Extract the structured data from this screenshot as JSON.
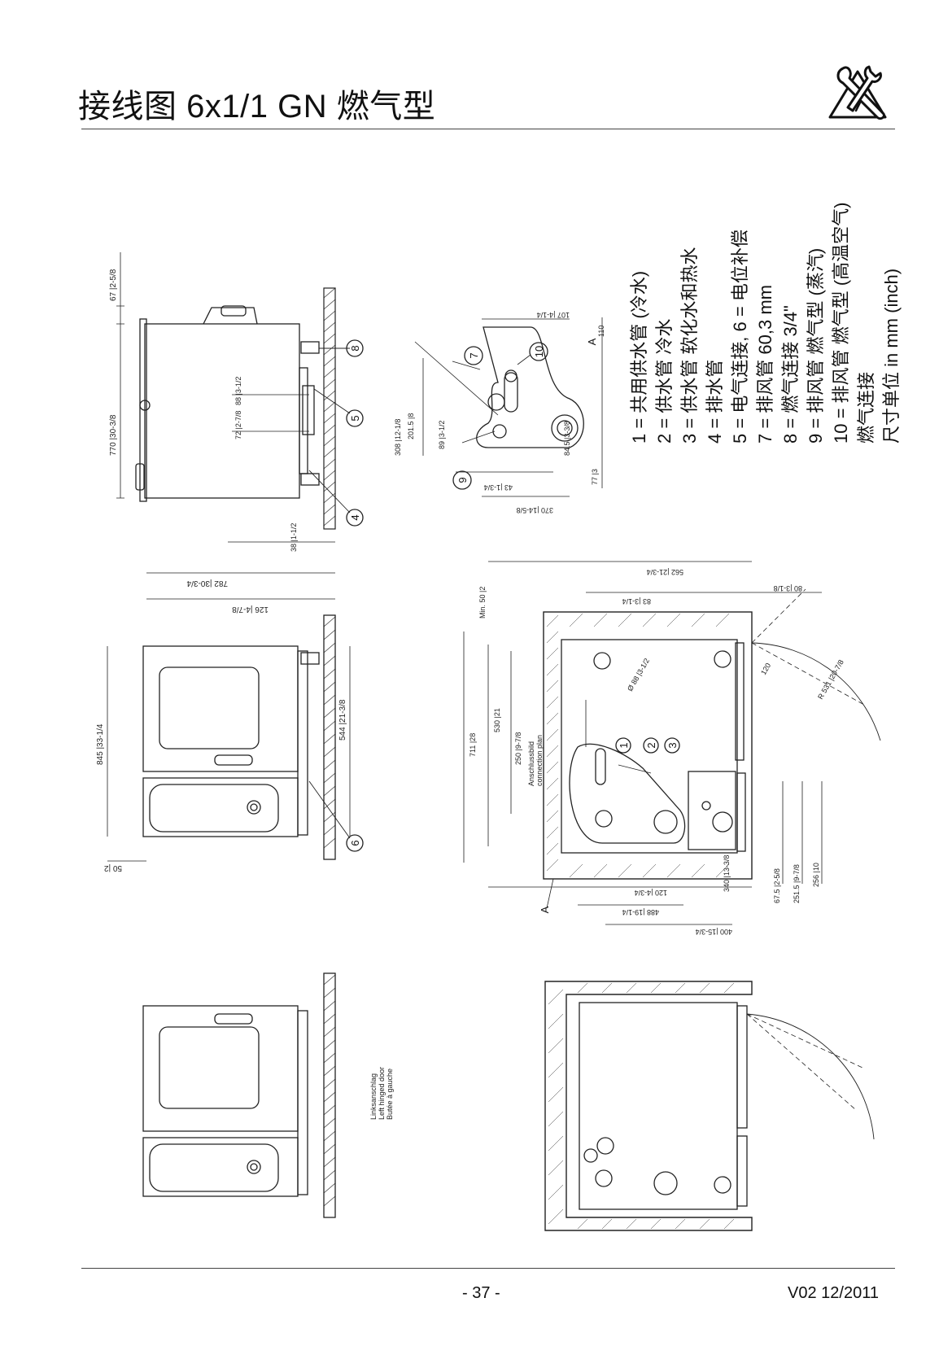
{
  "header": {
    "title": "接线图 6x1/1 GN 燃气型"
  },
  "legend": {
    "items": [
      "1 = 共用供水管 (冷水)",
      "2 = 供水管 冷水",
      "3 = 供水管 软化水和热水",
      "4 = 排水管",
      "5 = 电气连接, 6 = 电位补偿",
      "7 = 排风管 60,3 mm",
      "8 = 燃气连接 3/4\"",
      "9 = 排风管 燃气型 (蒸汽)",
      "10 = 排风管 燃气型 (高温空气)",
      "燃气连接",
      "尺寸单位 in mm (inch)"
    ]
  },
  "drawing": {
    "callouts": [
      "1",
      "2",
      "3",
      "4",
      "5",
      "6",
      "7",
      "8",
      "9",
      "10"
    ],
    "section_marker": "A",
    "door_note": [
      "Linksanschlag",
      "Left hinged door",
      "Butée à gauche"
    ],
    "connection_note": [
      "Anschlussbild",
      "connection plan"
    ],
    "dimensions": [
      "67 |2-5/8",
      "770 |30-3/8",
      "88 |3-1/2",
      "72 |2-7/8",
      "38 |1-1/2",
      "782 |30-3/4",
      "126 |4-7/8",
      "845 |33-1/4",
      "544 |21-3/8",
      "50 |2",
      "107 |4-1/4",
      "110",
      "308 |12-1/8",
      "201.5 |8",
      "89 |3-1/2",
      "84.5 |3-3/8",
      "43 |1-3/4",
      "370 |14-5/8",
      "77 |3",
      "Min. 50 |2",
      "562 |21-3/4",
      "83 |3-1/4",
      "80 |3-1/8",
      "711 |28",
      "530 |21",
      "250 |9-7/8",
      "120",
      "Ø 88 |3-1/2",
      "R 531 |20-7/8",
      "120 |4-3/4",
      "488 |19-1/4",
      "400 |15-3/4",
      "340 |13-3/8",
      "67.5 |2-5/8",
      "251.5 |9-7/8",
      "256 |10"
    ]
  },
  "footer": {
    "page": "- 37 -",
    "version": "V02 12/2011"
  },
  "icons": [
    "tools-warning-icon"
  ]
}
